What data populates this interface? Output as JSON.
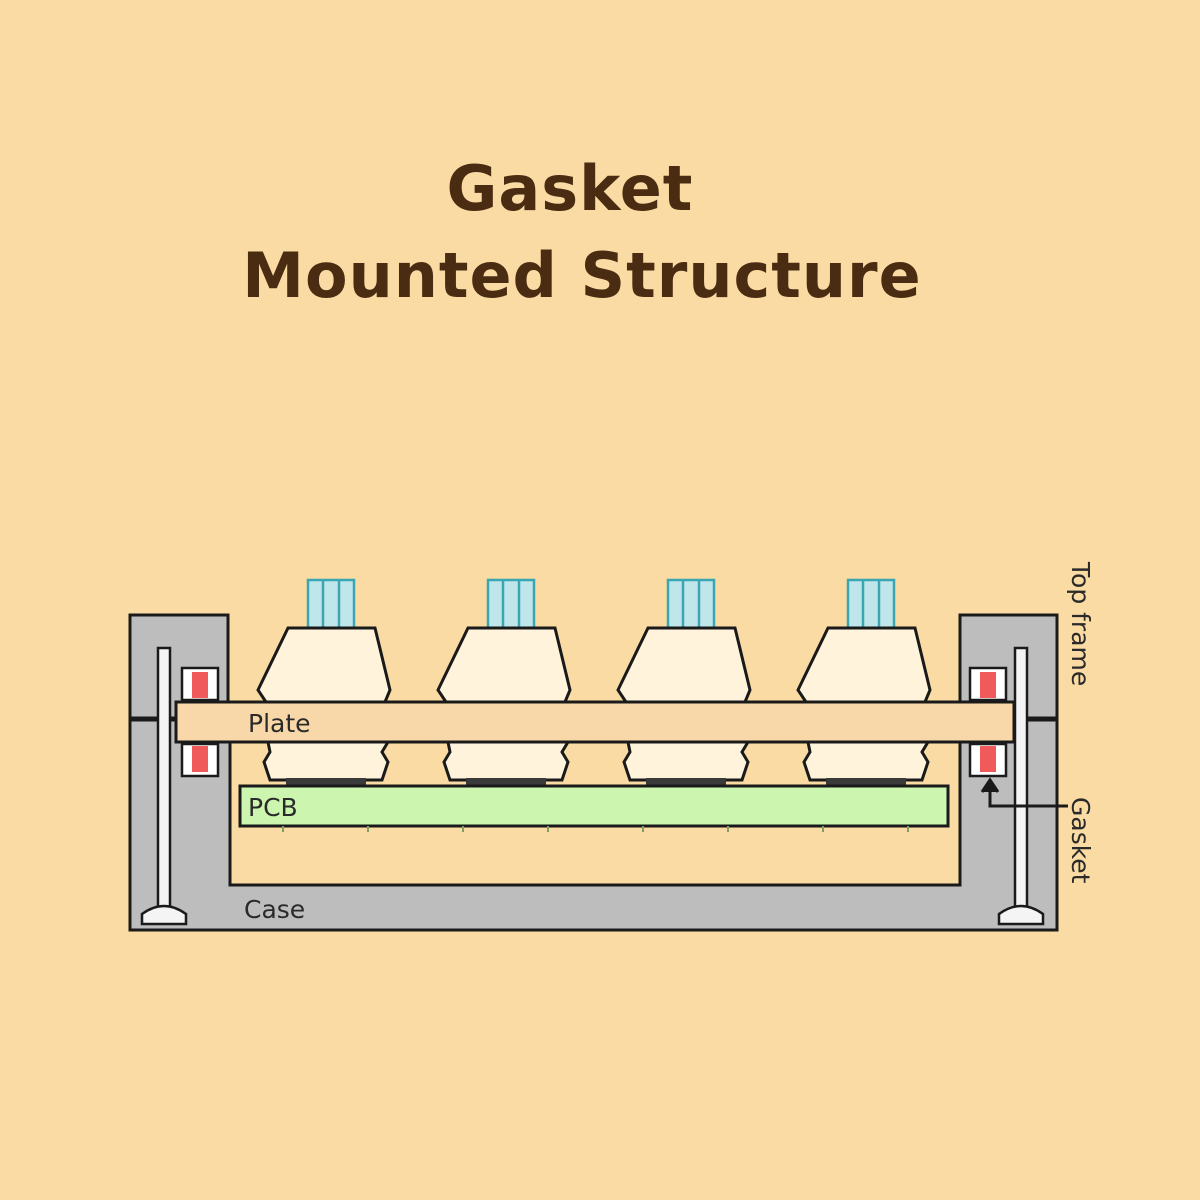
{
  "title": {
    "line1": "Gasket",
    "line2": "Mounted Structure"
  },
  "labels": {
    "top_frame": "Top frame",
    "plate": "Plate",
    "pcb": "PCB",
    "gasket": "Gasket",
    "case": "Case"
  },
  "colors": {
    "background": "#fadba3",
    "title": "#4a2c12",
    "frame_gray": "#bdbdbd",
    "plate": "#f8d8a8",
    "pcb": "#ccf5b0",
    "gasket_red": "#f05a5a",
    "stem_cyan": "#bfe6ea",
    "outline": "#1a1a1a"
  },
  "switch_count": 4
}
